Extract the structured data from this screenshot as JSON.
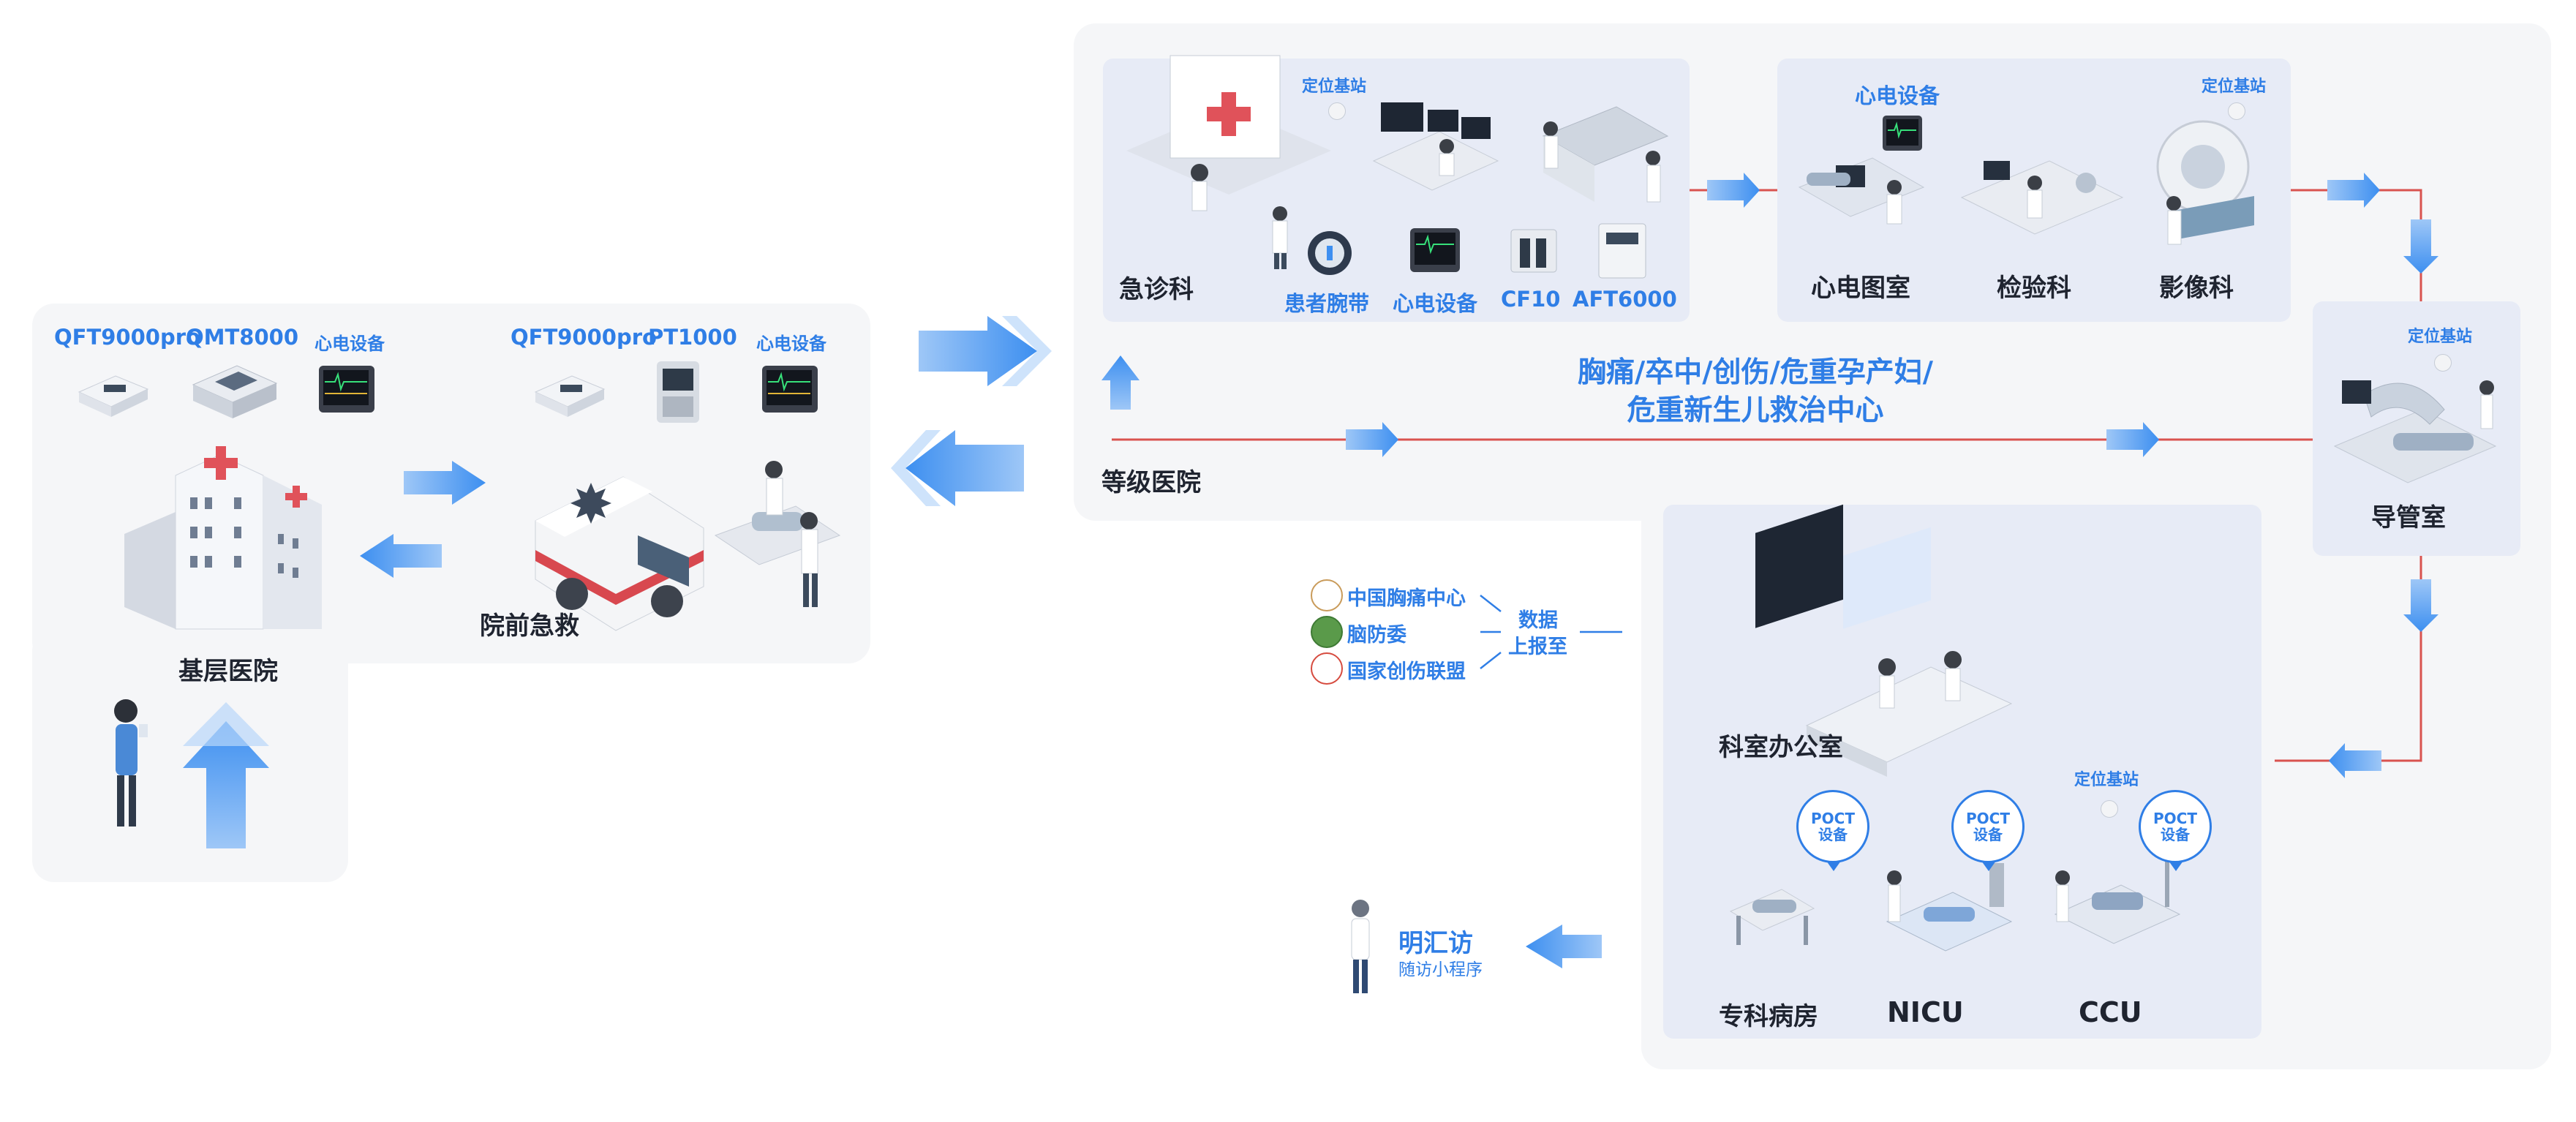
{
  "labels": {
    "jiceng_hospital": "基层医院",
    "qft_left": "QFT9000pro",
    "qmt": "QMT8000",
    "ecg_left": "心电设备",
    "qft_mid": "QFT9000pro",
    "pt1000": "PT1000",
    "ecg_mid": "心电设备",
    "prehospital": "院前急救",
    "emergency": "急诊科",
    "wristband": "患者腕带",
    "ecg_er": "心电设备",
    "cf10": "CF10",
    "aft6000": "AFT6000",
    "locator_er": "定位基站",
    "ecg_room_device": "心电设备",
    "locator_ecg": "定位基站",
    "ecg_room": "心电图室",
    "lab": "检验科",
    "imaging": "影像科",
    "center_line1": "胸痛/卒中/创伤/危重孕产妇/",
    "center_line2": "危重新生儿救治中心",
    "grade_hospital": "等级医院",
    "locator_cath": "定位基站",
    "cath_lab": "导管室",
    "org1": "中国胸痛中心",
    "org2": "脑防委",
    "org3": "国家创伤联盟",
    "report_line1": "数据",
    "report_line2": "上报至",
    "office": "科室办公室",
    "locator_ward": "定位基站",
    "poct1": "POCT\n设备",
    "poct2": "POCT\n设备",
    "poct3": "POCT\n设备",
    "ward": "专科病房",
    "nicu": "NICU",
    "ccu": "CCU",
    "followup_title": "明汇访",
    "followup_sub": "随访小程序"
  },
  "colors": {
    "accent_blue": "#2f7ee6",
    "flow_red": "#d9534f",
    "panel_bg": "#f5f6f8",
    "room_bg": "#e7ebf6"
  }
}
